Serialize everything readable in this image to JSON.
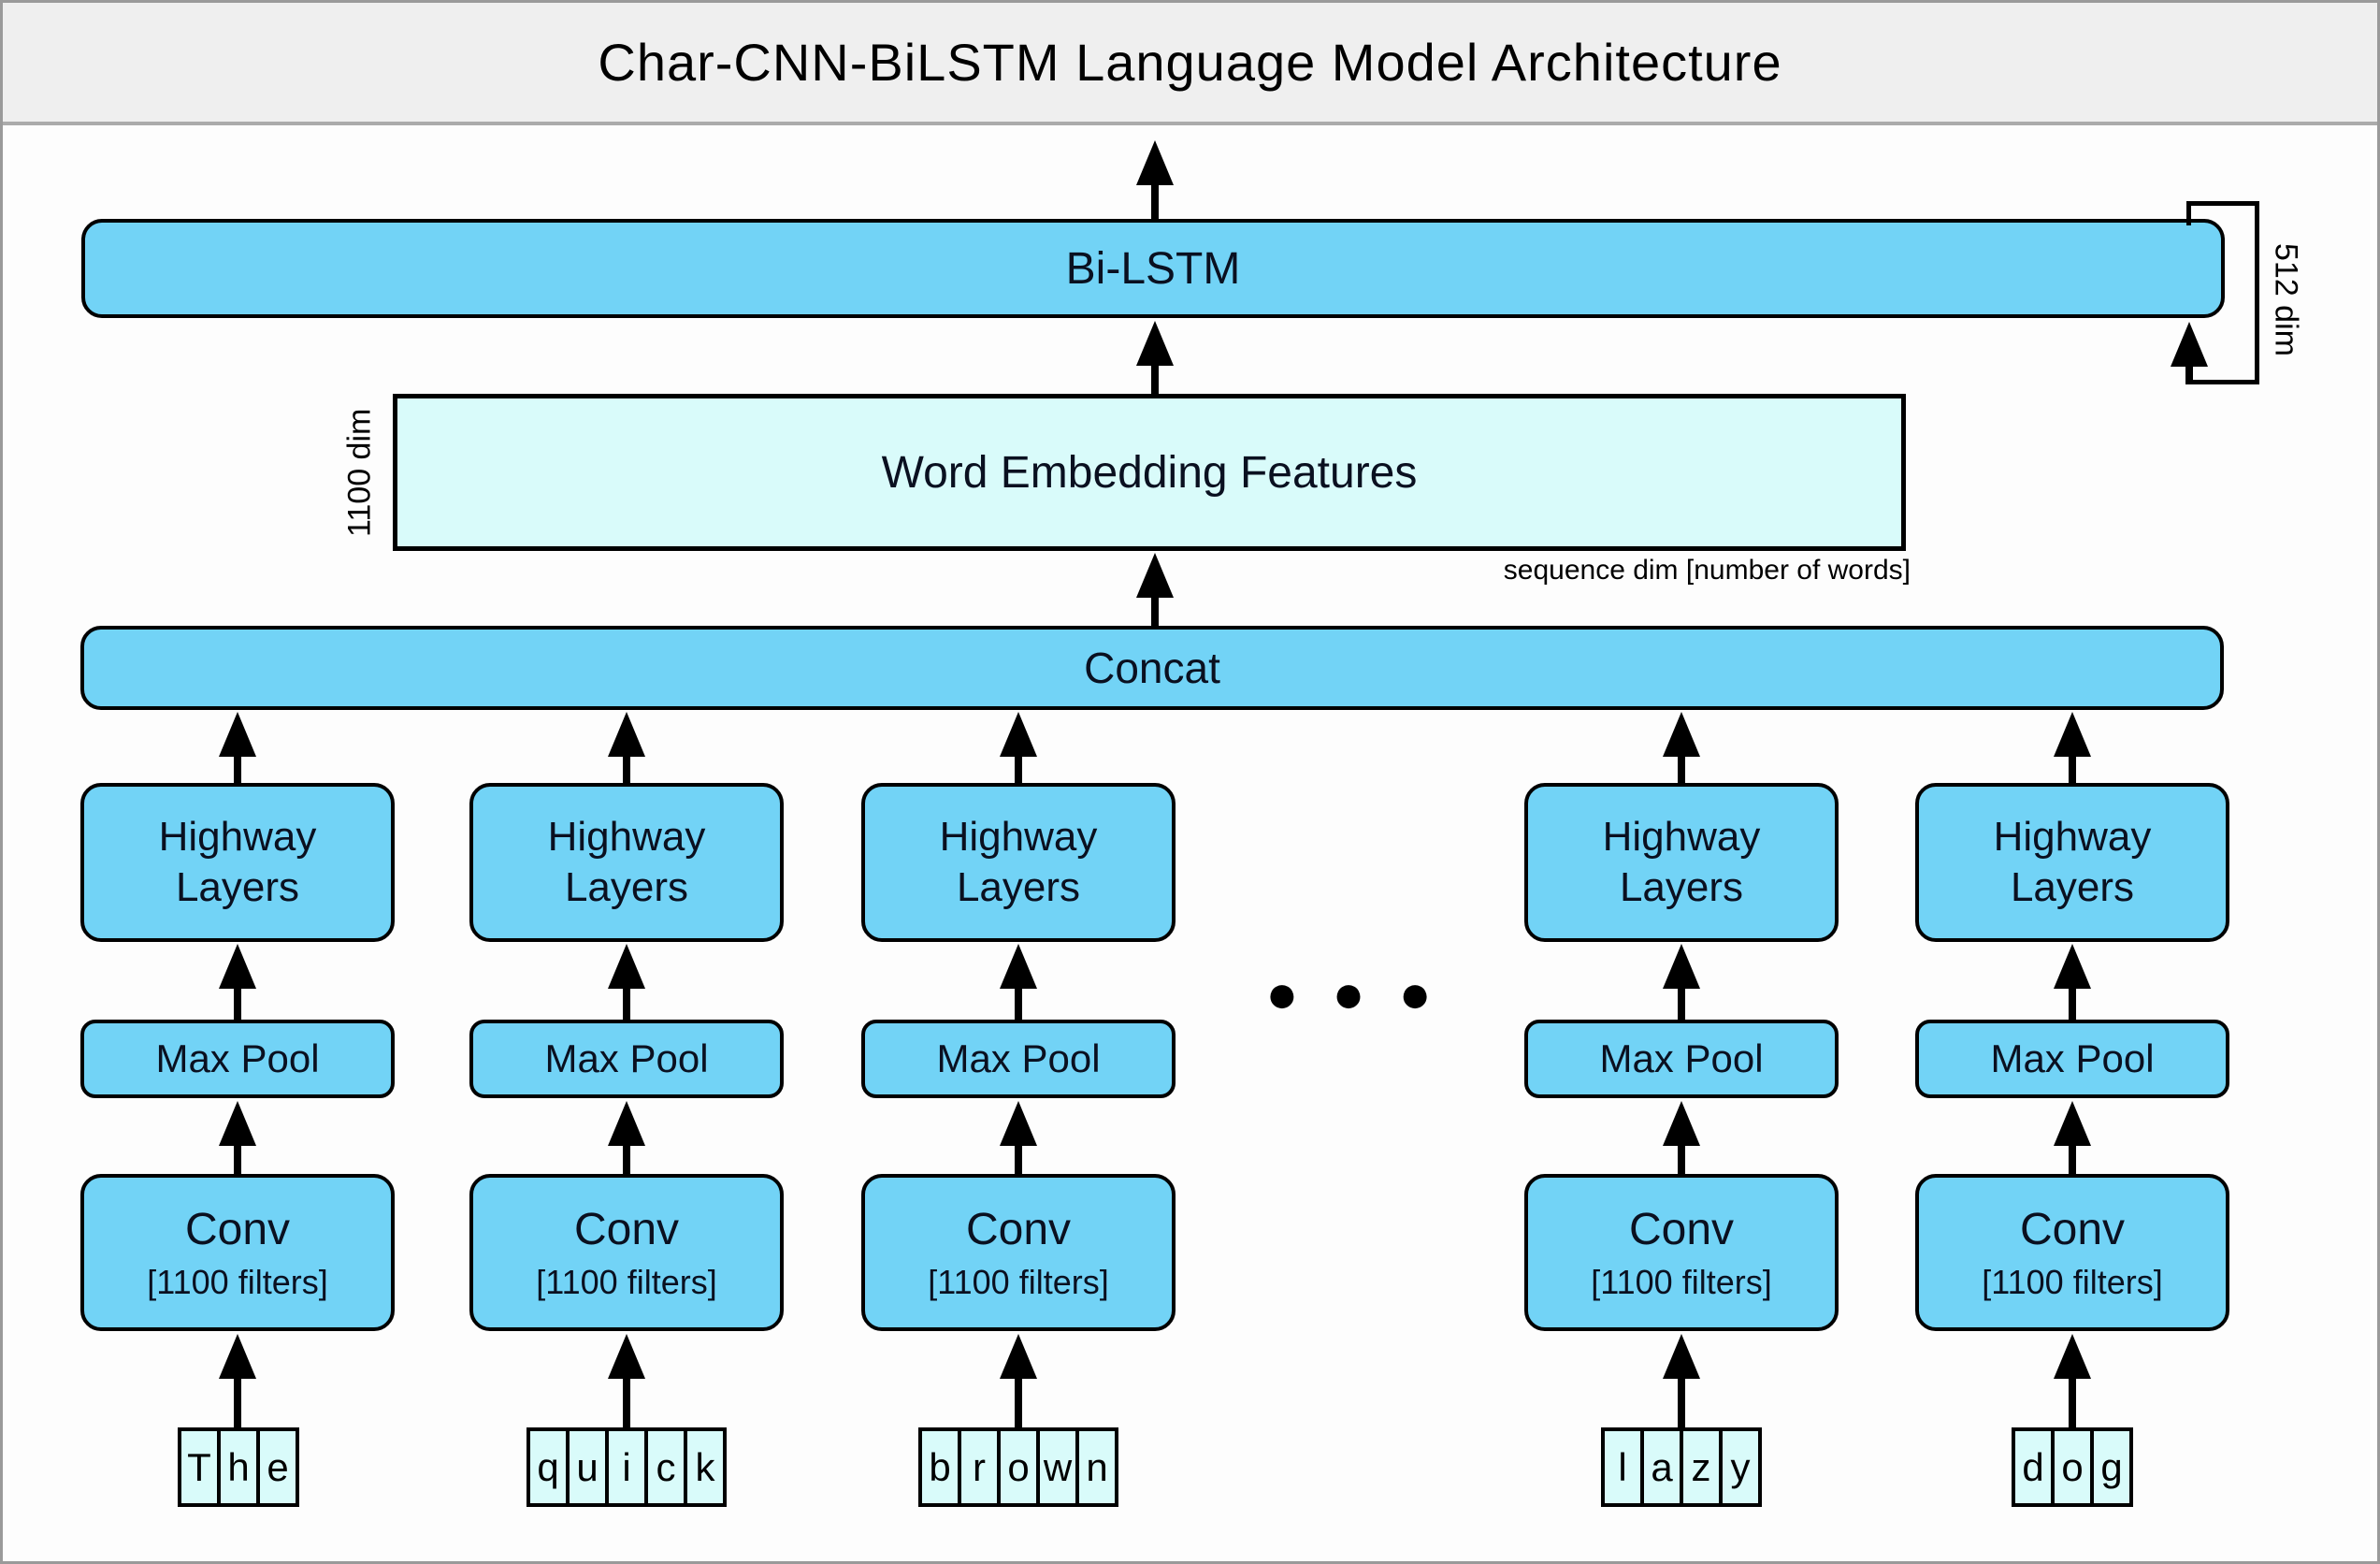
{
  "title": "Char-CNN-BiLSTM Language Model Architecture",
  "diagram": {
    "bilstm": {
      "label": "Bi-LSTM",
      "dim": "512 dim"
    },
    "embedding": {
      "label": "Word Embedding Features",
      "dim": "1100 dim",
      "sequence": "sequence dim [number of words]"
    },
    "concat": {
      "label": "Concat"
    },
    "ellipsis": "● ● ●"
  },
  "columns": [
    {
      "highway1": "Highway",
      "highway2": "Layers",
      "maxpool": "Max Pool",
      "conv": "Conv",
      "filters": "[1100 filters]",
      "word": "The",
      "chars": [
        "T",
        "h",
        "e"
      ]
    },
    {
      "highway1": "Highway",
      "highway2": "Layers",
      "maxpool": "Max Pool",
      "conv": "Conv",
      "filters": "[1100 filters]",
      "word": "quick",
      "chars": [
        "q",
        "u",
        "i",
        "c",
        "k"
      ]
    },
    {
      "highway1": "Highway",
      "highway2": "Layers",
      "maxpool": "Max Pool",
      "conv": "Conv",
      "filters": "[1100 filters]",
      "word": "brown",
      "chars": [
        "b",
        "r",
        "o",
        "w",
        "n"
      ]
    },
    {
      "highway1": "Highway",
      "highway2": "Layers",
      "maxpool": "Max Pool",
      "conv": "Conv",
      "filters": "[1100 filters]",
      "word": "lazy",
      "chars": [
        "l",
        "a",
        "z",
        "y"
      ]
    },
    {
      "highway1": "Highway",
      "highway2": "Layers",
      "maxpool": "Max Pool",
      "conv": "Conv",
      "filters": "[1100 filters]",
      "word": "dog",
      "chars": [
        "d",
        "o",
        "g"
      ]
    }
  ],
  "colors": {
    "box_blue": "#72d3f6",
    "box_cyan": "#d9fbfa",
    "titlebar_bg": "#efefef",
    "line_black": "#000000",
    "outer_border": "#9a9a9a"
  }
}
